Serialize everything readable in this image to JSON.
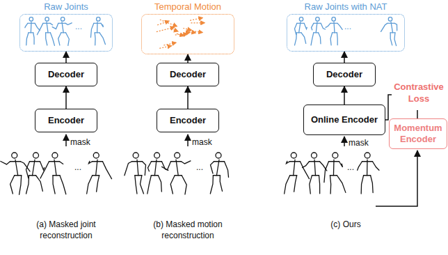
{
  "diagram": {
    "nodes": [
      {
        "text": [
          "Raw Joints"
        ]
      },
      {
        "text": [
          "Decoder"
        ]
      },
      {
        "text": [
          "Encoder"
        ]
      },
      {
        "text": [
          "Temporal Motion"
        ]
      },
      {
        "text": [
          "Decoder"
        ]
      },
      {
        "text": [
          "Encoder"
        ]
      },
      {
        "text": [
          "Raw Joints with NAT"
        ]
      },
      {
        "text": [
          "Decoder"
        ]
      },
      {
        "text": [
          "Online Encoder"
        ]
      },
      {
        "text": [
          "Momentum Encoder"
        ]
      }
    ],
    "edges": [
      {
        "from": 2,
        "to": 1,
        "arrow": "to"
      },
      {
        "from": 1,
        "to": 0,
        "arrow": "to"
      },
      {
        "from": 5,
        "to": 4,
        "arrow": "to"
      },
      {
        "from": 4,
        "to": 3,
        "arrow": "to"
      },
      {
        "from": 8,
        "to": 7,
        "arrow": "to"
      },
      {
        "from": 7,
        "to": 6,
        "arrow": "to"
      }
    ],
    "labels": [
      "mask",
      "mask",
      "mask",
      "Contrastive Loss",
      "(a) Masked joint reconstruction",
      "(b) Masked motion reconstruction",
      "(c) Ours",
      "...",
      "...",
      "...",
      "...",
      "..."
    ]
  }
}
